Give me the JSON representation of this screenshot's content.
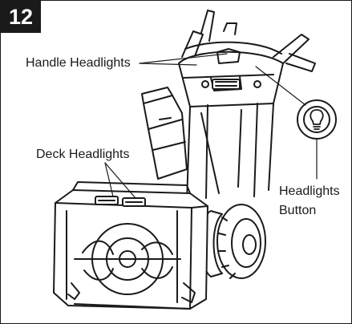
{
  "figure": {
    "number": "12",
    "labels": {
      "handle_headlights": "Handle Headlights",
      "deck_headlights": "Deck Headlights",
      "headlights_button_line1": "Headlights",
      "headlights_button_line2": "Button"
    }
  },
  "icons": {
    "headlight_button": "bulb-in-circle-icon"
  },
  "colors": {
    "ink": "#1a1a1a",
    "paper": "#ffffff",
    "badge": "#1a1a1a"
  }
}
